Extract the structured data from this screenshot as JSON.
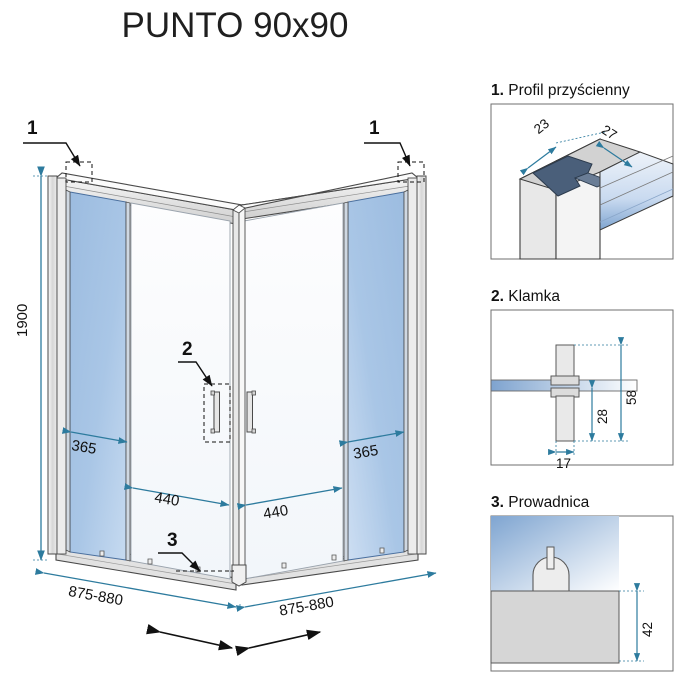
{
  "title": "PUNTO 90x90",
  "main_drawing": {
    "name": "shower-enclosure-isometric",
    "height_label": "1900",
    "left_bottom_width": "875-880",
    "right_bottom_width": "875-880",
    "left_panel_glass": "365",
    "right_panel_glass": "365",
    "left_door_opening": "440",
    "right_door_opening": "440",
    "callouts": [
      {
        "id": "1",
        "target": "wall-profile-left"
      },
      {
        "id": "1",
        "target": "wall-profile-right"
      },
      {
        "id": "2",
        "target": "handle-pair"
      },
      {
        "id": "3",
        "target": "bottom-guide-rail"
      }
    ]
  },
  "details": [
    {
      "number": "1.",
      "label": "Profil przyścienny",
      "dims": [
        "23",
        "27"
      ]
    },
    {
      "number": "2.",
      "label": "Klamka",
      "dims": [
        "58",
        "28",
        "17"
      ]
    },
    {
      "number": "3.",
      "label": "Prowadnica",
      "dims": [
        "42"
      ]
    }
  ],
  "colors": {
    "dimension_line": "#2d7b9e",
    "glass_blue": "#8fb2d9",
    "frame_gray": "#d9d9d9",
    "outline": "#4a4a4a",
    "profile_dark": "#4a5f7a",
    "text": "#111111"
  }
}
